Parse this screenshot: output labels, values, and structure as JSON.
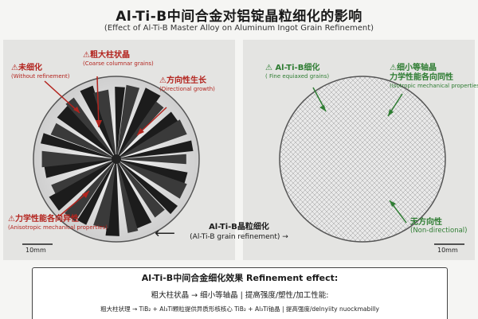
{
  "title": "Al-Ti-B中间合金对铝锭晶粒细化的影响",
  "subtitle": "(Effect of Al-Ti-B Master Alloy on Aluminum Ingot Grain Refinement)",
  "left_panel": {
    "labels": [
      {
        "zh": "⚠未细化",
        "en": "(Without refinement)"
      },
      {
        "zh": "⚠粗大柱状晶",
        "en": "(Coarse columnar grains)"
      },
      {
        "zh": "⚠方向性生长",
        "en": "(Directional growth)"
      },
      {
        "zh": "⚠力学性能各向异性",
        "en": "(Anisotropic mechanical properties)"
      }
    ],
    "scale": "10mm"
  },
  "right_panel": {
    "labels": [
      {
        "zh": "⚠ Al-Ti-B细化",
        "en": "( Fine equiaxed grains)"
      },
      {
        "zh": "⚠细小等轴晶",
        "en": "力学性能各向同性",
        "en2": "(Isotropic mechanical properties)"
      },
      {
        "zh": "无方向性",
        "en": "(Non-directional)"
      }
    ],
    "scale": "10mm"
  },
  "center": {
    "zh": "Al-Ti-B晶粒细化",
    "en": "(Al-Ti-B grain refinement) →",
    "arrow_left": "⟵"
  },
  "effect_box": {
    "title": "Al-Ti-B中间合金细化效果 Refinement effect:",
    "line1": "粗大柱状晶  → 细小等轴晶 | 提高强度/塑性/加工性能:",
    "line2": "粗大柱状理 → TiB₂ + Al₃Ti颗粒提供异质形核核心  TiB₂ + Al₃Ti铀晶 | 提高强度/delnyiity nuockmabilly"
  },
  "colors": {
    "warning": "#b3241e",
    "good": "#2f7d33",
    "panel": "#e4e4e2"
  }
}
